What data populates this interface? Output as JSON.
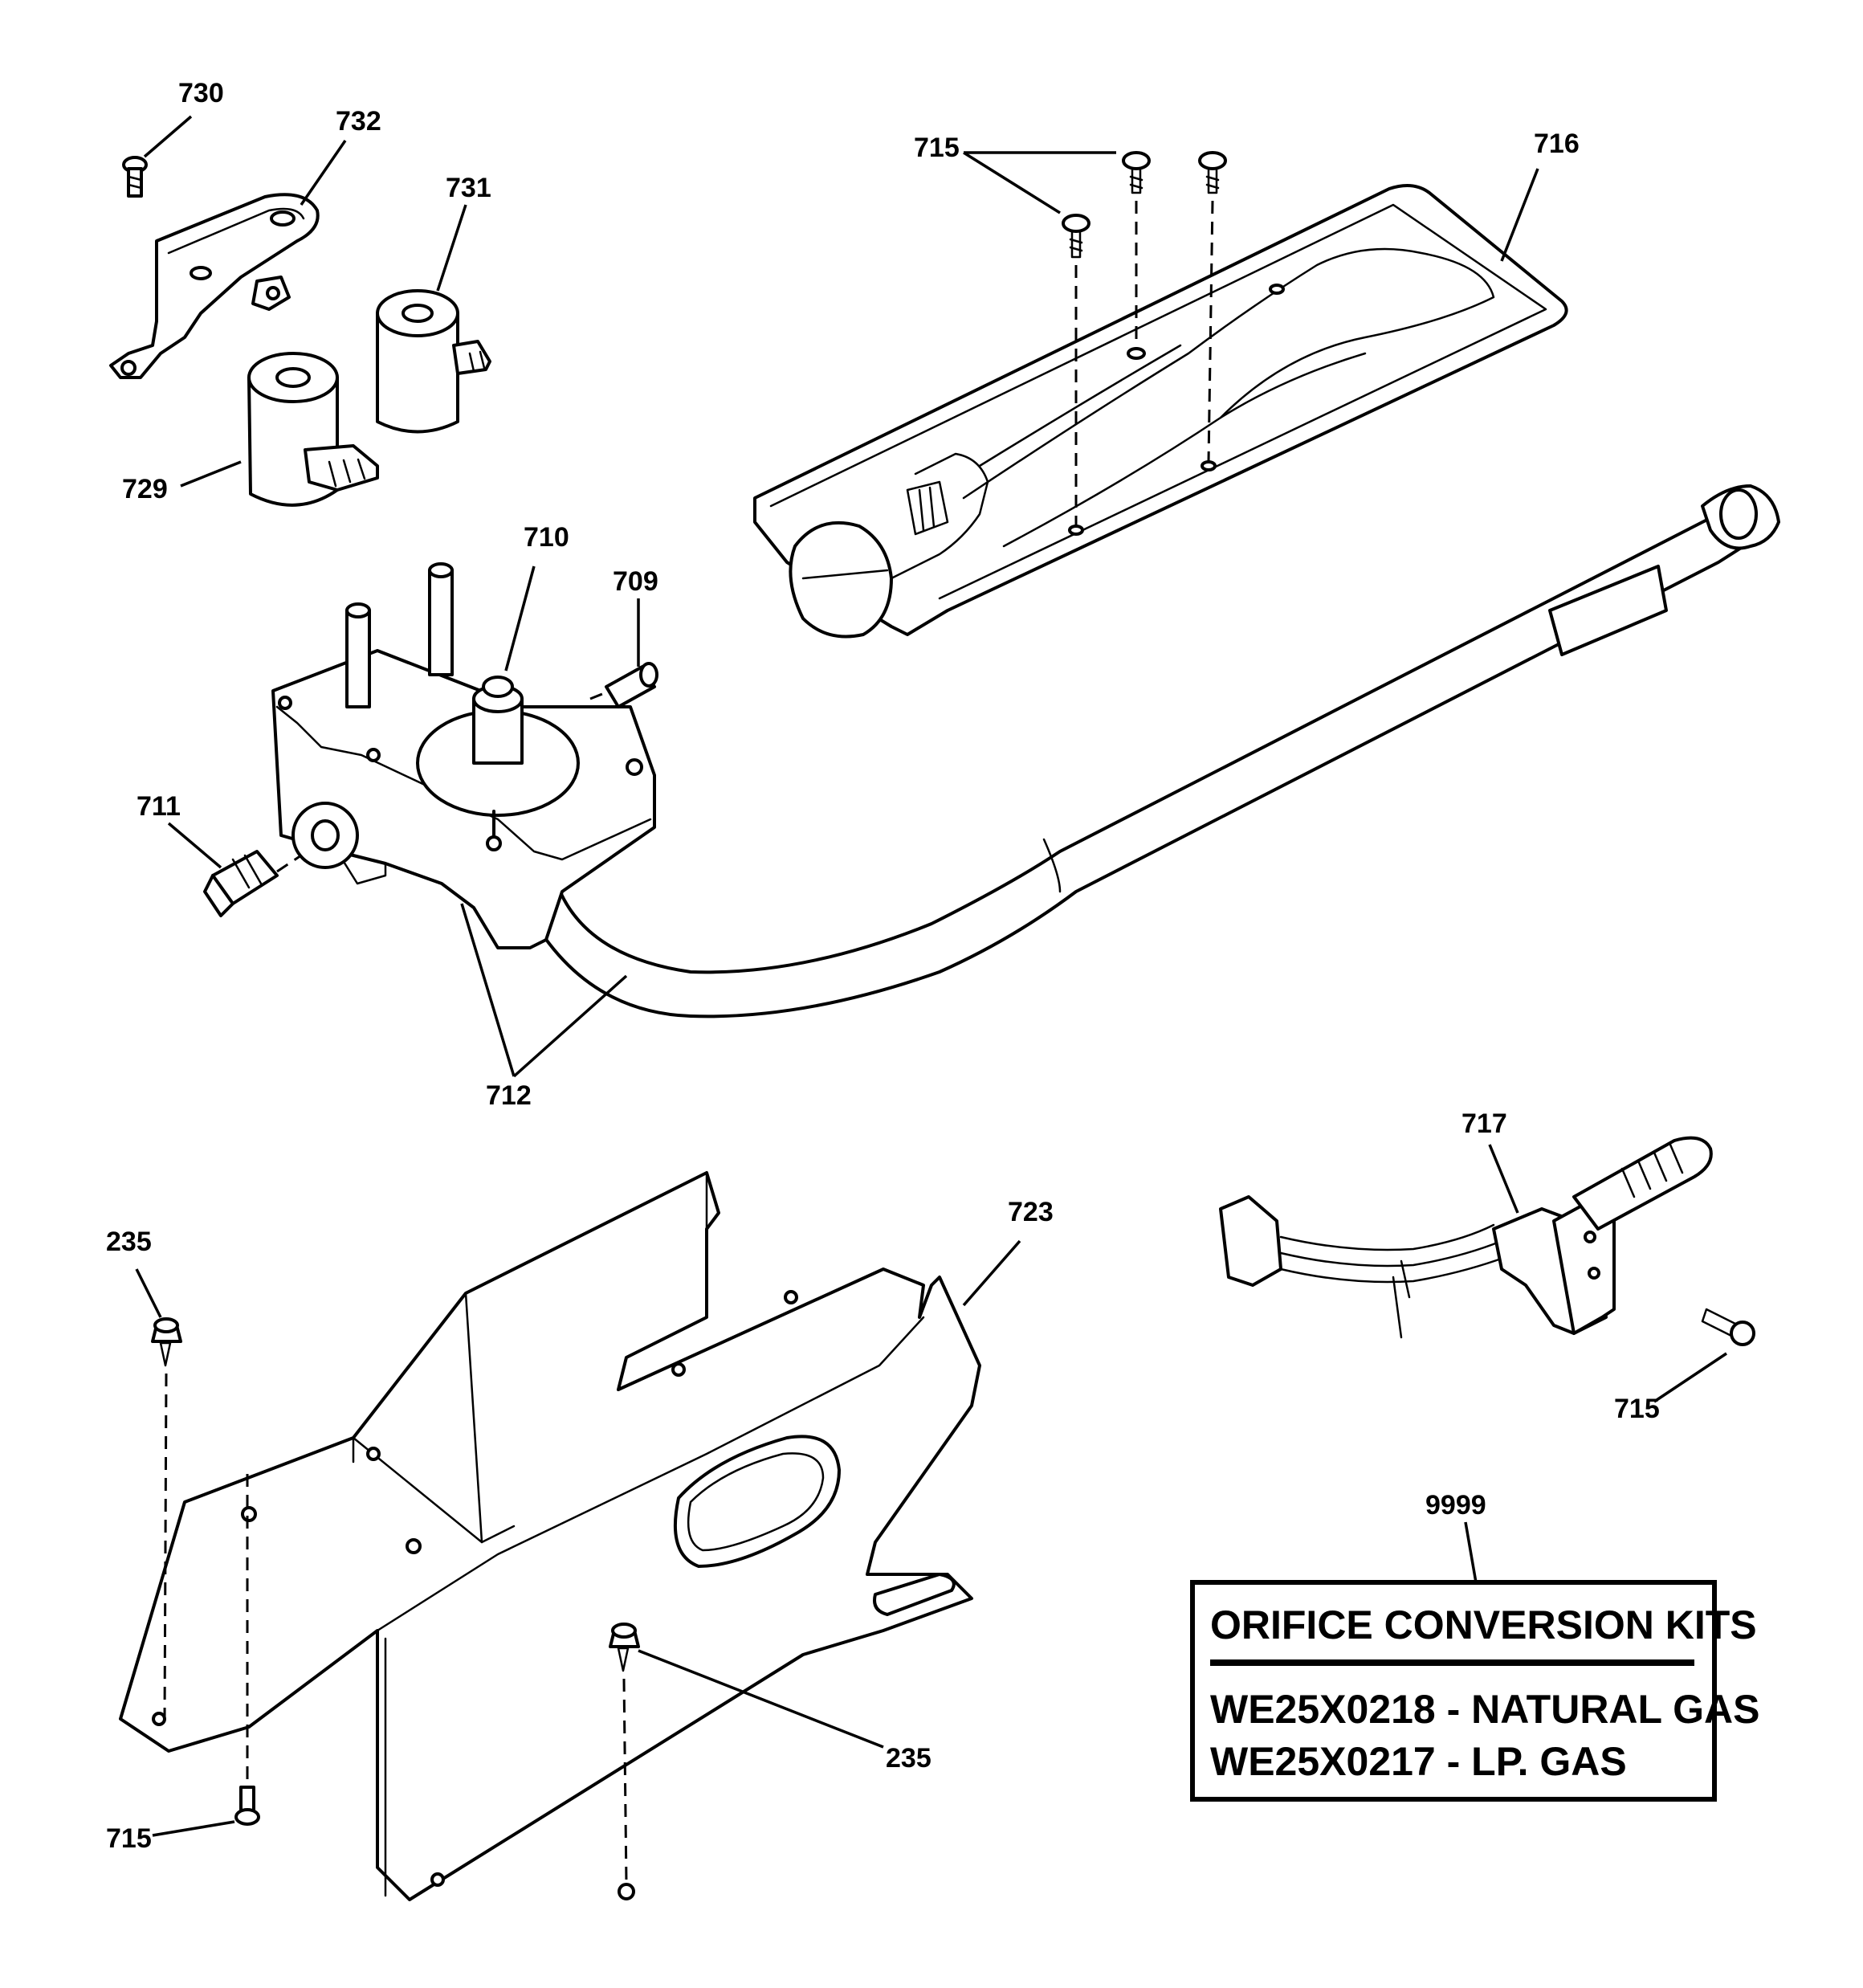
{
  "callouts": {
    "p730": "730",
    "p732": "732",
    "p731": "731",
    "p729": "729",
    "p715_top": "715",
    "p716": "716",
    "p710": "710",
    "p709": "709",
    "p711": "711",
    "p712": "712",
    "p717": "717",
    "p715_right": "715",
    "p235_left": "235",
    "p723": "723",
    "p235_bottom": "235",
    "p715_bottom": "715",
    "p9999": "9999"
  },
  "kit_box": {
    "title": "ORIFICE CONVERSION KITS",
    "line1": "WE25X0218 - NATURAL GAS",
    "line2": "WE25X0217 - LP. GAS"
  }
}
